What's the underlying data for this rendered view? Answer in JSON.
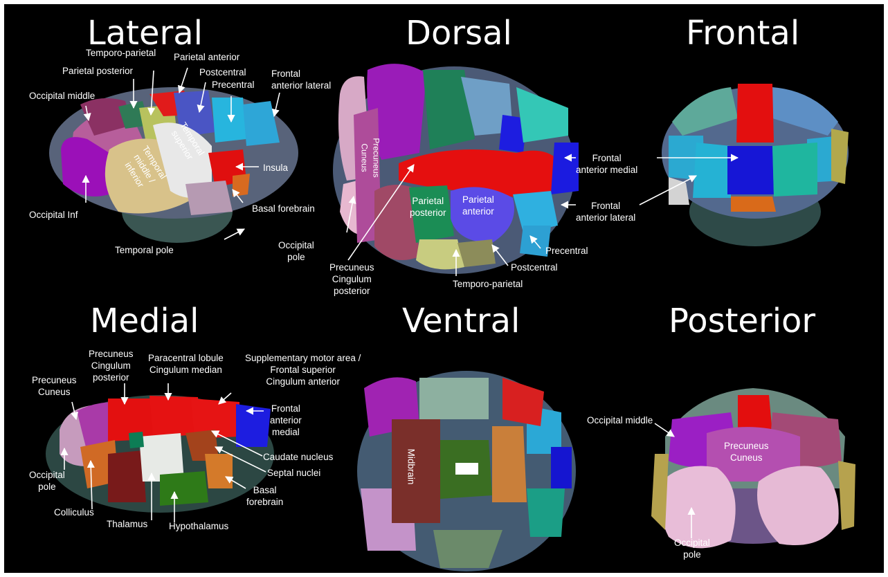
{
  "panels": {
    "lateral": {
      "title": "Lateral",
      "labels": {
        "temporo_parietal": "Temporo-parietal",
        "parietal_anterior": "Parietal anterior",
        "parietal_posterior": "Parietal posterior",
        "postcentral": "Postcentral",
        "precentral": "Precentral",
        "frontal_anterior_lateral": "Frontal\nanterior lateral",
        "occipital_middle": "Occipital middle",
        "temporal_superior": "Temporal\nsuperior",
        "temporal_middle_inferior": "Temporal\nmiddle /\ninferior",
        "insula": "Insula",
        "occipital_inf": "Occipital Inf",
        "basal_forebrain": "Basal forebrain",
        "temporal_pole": "Temporal pole"
      }
    },
    "dorsal": {
      "title": "Dorsal",
      "labels": {
        "precuneus_cuneus": "Precuneus\nCuneus",
        "parietal_posterior": "Parietal\nposterior",
        "parietal_anterior": "Parietal\nanterior",
        "occipital_pole": "Occipital\npole",
        "precuneus_cingulum_posterior": "Precuneus\nCingulum\nposterior",
        "temporo_parietal": "Temporo-parietal",
        "postcentral": "Postcentral",
        "precentral": "Precentral"
      }
    },
    "frontal": {
      "title": "Frontal",
      "labels": {
        "frontal_anterior_medial": "Frontal\nanterior medial",
        "frontal_anterior_lateral": "Frontal\nanterior lateral"
      }
    },
    "medial": {
      "title": "Medial",
      "labels": {
        "precuneus_cingulum_posterior": "Precuneus\nCingulum\nposterior",
        "paracentral": "Paracentral lobule\nCingulum median",
        "sma": "Supplementary motor area /\nFrontal superior\nCingulum anterior",
        "precuneus_cuneus": "Precuneus\nCuneus",
        "frontal_anterior_medial": "Frontal\nanterior\nmedial",
        "caudate_nucleus": "Caudate nucleus",
        "septal_nuclei": "Septal nuclei",
        "occipital_pole": "Occipital\npole",
        "basal_forebrain": "Basal\nforebrain",
        "colliculus": "Colliculus",
        "thalamus": "Thalamus",
        "hypothalamus": "Hypothalamus"
      }
    },
    "ventral": {
      "title": "Ventral",
      "labels": {
        "midbrain": "Midbrain"
      }
    },
    "posterior": {
      "title": "Posterior",
      "labels": {
        "occipital_middle": "Occipital middle",
        "precuneus_cuneus": "Precuneus\nCuneus",
        "occipital_pole": "Occipital\npole"
      }
    }
  }
}
